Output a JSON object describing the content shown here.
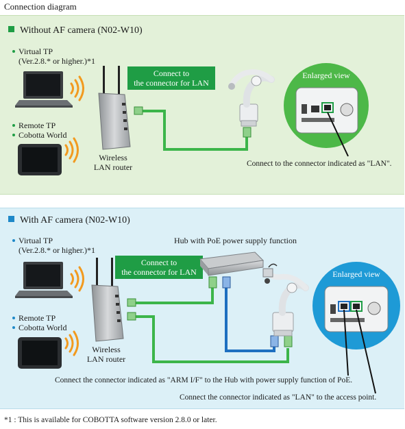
{
  "page_title": "Connection diagram",
  "section1": {
    "title": "Without AF camera (N02-W10)",
    "virtual_tp_line1": "Virtual TP",
    "virtual_tp_line2": "(Ver.2.8.* or higher.)*1",
    "remote_tp": "Remote TP",
    "cobotta_world": "Cobotta World",
    "router_line1": "Wireless",
    "router_line2": "LAN router",
    "callout_line1": "Connect to",
    "callout_line2": "the connector for LAN",
    "enlarged_view": "Enlarged view",
    "note": "Connect to the connector indicated as \"LAN\"."
  },
  "section2": {
    "title": "With AF camera (N02-W10)",
    "virtual_tp_line1": "Virtual TP",
    "virtual_tp_line2": "(Ver.2.8.* or higher.)*1",
    "remote_tp": "Remote TP",
    "cobotta_world": "Cobotta World",
    "router_line1": "Wireless",
    "router_line2": "LAN router",
    "hub_label": "Hub with PoE power supply function",
    "callout_line1": "Connect to",
    "callout_line2": "the connector for LAN",
    "enlarged_view": "Enlarged view",
    "note1": "Connect the connector indicated as \"ARM I/F\" to the Hub with power supply function of PoE.",
    "note2": "Connect the connector indicated as \"LAN\" to the access point."
  },
  "footnote": "*1 : This is available for COBOTTA software version 2.8.0 or later.",
  "colors": {
    "section1_square": "#1f9d45",
    "section2_square": "#1e88c8",
    "callout_green": "#1f9d45",
    "green_cable": "#3cb54a",
    "blue_cable": "#1e6fc0",
    "enlarged_green": "#4db848",
    "enlarged_blue": "#1e9ad6"
  }
}
